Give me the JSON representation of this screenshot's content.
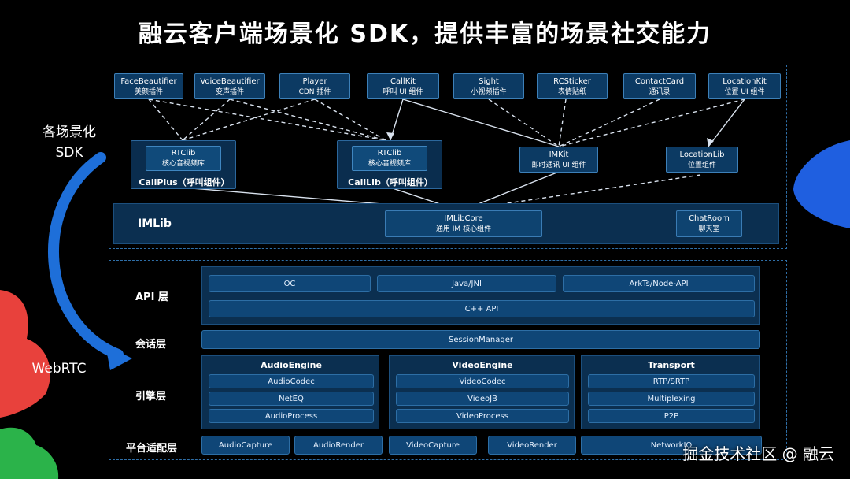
{
  "title": "融云客户端场景化 SDK，提供丰富的场景社交能力",
  "side_labels": {
    "scene_line1": "各场景化",
    "scene_line2": "SDK",
    "webrtc": "WebRTC"
  },
  "plugins": [
    {
      "name": "FaceBeautifier",
      "sub": "美颜插件"
    },
    {
      "name": "VoiceBeautifier",
      "sub": "变声插件"
    },
    {
      "name": "Player",
      "sub": "CDN 插件"
    },
    {
      "name": "CallKit",
      "sub": "呼叫 UI 组件"
    },
    {
      "name": "Sight",
      "sub": "小视频插件"
    },
    {
      "name": "RCSticker",
      "sub": "表情贴纸"
    },
    {
      "name": "ContactCard",
      "sub": "通讯录"
    },
    {
      "name": "LocationKit",
      "sub": "位置 UI 组件"
    }
  ],
  "libs": {
    "callplus": {
      "inner_name": "RTClib",
      "inner_sub": "核心音视频库",
      "label": "CallPlus（呼叫组件）"
    },
    "calllib": {
      "inner_name": "RTClib",
      "inner_sub": "核心音视频库",
      "label": "CallLib（呼叫组件）"
    },
    "imkit": {
      "name": "IMKit",
      "sub": "即时通讯 UI 组件"
    },
    "locationlib": {
      "name": "LocationLib",
      "sub": "位置组件"
    }
  },
  "imlib": {
    "label": "IMLib",
    "core_name": "IMLibCore",
    "core_sub": "通用 IM 核心组件",
    "chatroom_name": "ChatRoom",
    "chatroom_sub": "聊天室"
  },
  "layers": {
    "api": {
      "label": "API 层",
      "items": [
        "OC",
        "Java/JNI",
        "ArkTs/Node-API"
      ],
      "cpp": "C++ API"
    },
    "session": {
      "label": "会话层",
      "item": "SessionManager"
    },
    "engine": {
      "label": "引擎层",
      "groups": [
        {
          "title": "AudioEngine",
          "items": [
            "AudioCodec",
            "NetEQ",
            "AudioProcess"
          ]
        },
        {
          "title": "VideoEngine",
          "items": [
            "VideoCodec",
            "VideoJB",
            "VideoProcess"
          ]
        },
        {
          "title": "Transport",
          "items": [
            "RTP/SRTP",
            "Multiplexing",
            "P2P"
          ]
        }
      ]
    },
    "platform": {
      "label": "平台适配层",
      "items": [
        "AudioCapture",
        "AudioRender",
        "VideoCapture",
        "VideoRender",
        "NetworkIO"
      ]
    }
  },
  "watermark": "掘金技术社区 @ 融云",
  "colors": {
    "background": "#000000",
    "box_fill": "#0c3a63",
    "box_border": "#3d80b8",
    "frame_dash": "#2f6fa8",
    "arrow_blue": "#1e6fd9",
    "accent_red": "#e8413c",
    "accent_green": "#2bb34a"
  }
}
